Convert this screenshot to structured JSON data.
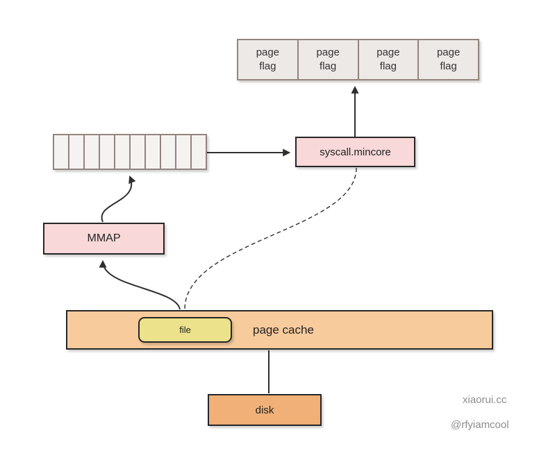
{
  "page_flags": {
    "cells": [
      "page\nflag",
      "page\nflag",
      "page\nflag",
      "page\nflag"
    ]
  },
  "bitmap": {
    "cell_count": 10
  },
  "nodes": {
    "mincore": "syscall.mincore",
    "mmap": "MMAP",
    "file": "file",
    "page_cache": "page cache",
    "disk": "disk"
  },
  "watermark": {
    "line1": "xiaorui.cc",
    "line2": "@rfyiamcool"
  },
  "colors": {
    "canvas-bg": "#ffffff",
    "line": "#2f2f2f",
    "box-border": "#262626",
    "flag-fill": "#ece9e6",
    "flag-border": "#94837c",
    "bitmap-fill": "#f5f3f2",
    "pink": "#f8d8d8",
    "peach": "#f8cb9d",
    "yellow": "#ebe28b",
    "orange": "#f0b078",
    "watermark": "#8c8c8c"
  }
}
